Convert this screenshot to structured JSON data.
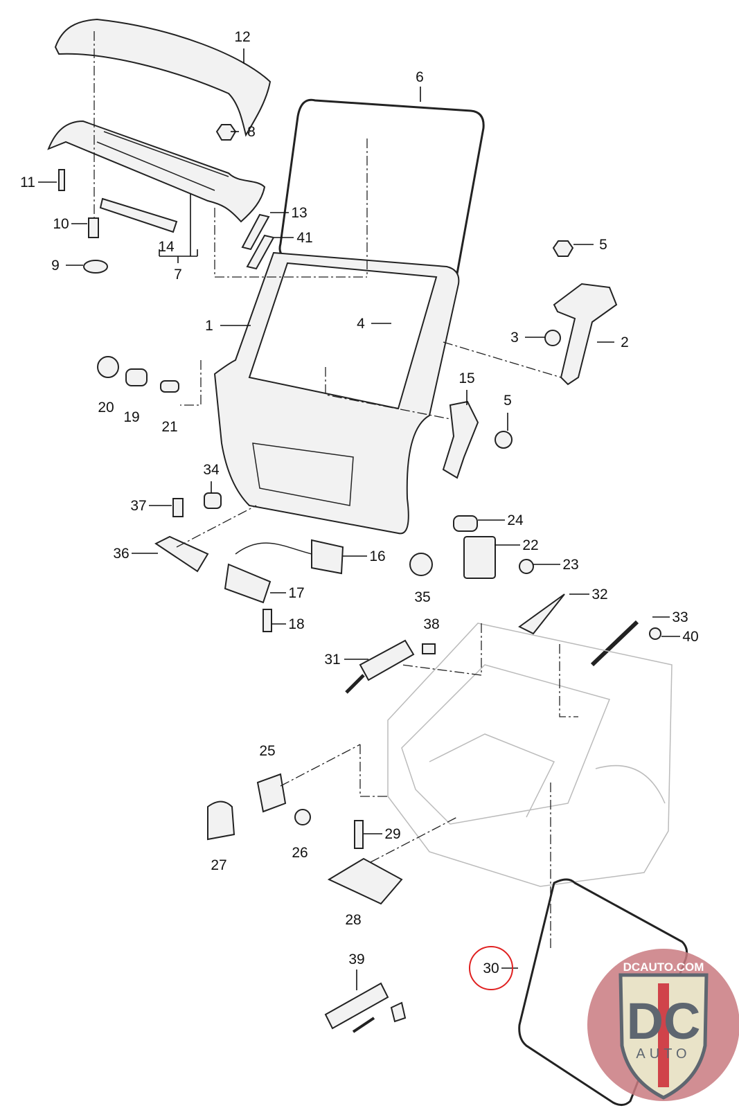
{
  "callouts": [
    "12",
    "6",
    "8",
    "11",
    "13",
    "10",
    "41",
    "5",
    "14",
    "7",
    "9",
    "1",
    "4",
    "3",
    "2",
    "15",
    "5",
    "20",
    "19",
    "21",
    "34",
    "37",
    "24",
    "22",
    "36",
    "16",
    "23",
    "17",
    "35",
    "32",
    "33",
    "18",
    "38",
    "40",
    "31",
    "25",
    "29",
    "26",
    "27",
    "28",
    "30",
    "39"
  ],
  "highlighted_callout": "30",
  "highlight_color": "#e02020",
  "logo": {
    "top_text": "DCAUTO.COM",
    "letters": "DC",
    "sub_text": "AUTO",
    "colors": {
      "circle": "#c97a80",
      "shield": "#e9e3c8",
      "letters": "#5e6670",
      "bar": "#d0434a"
    }
  }
}
